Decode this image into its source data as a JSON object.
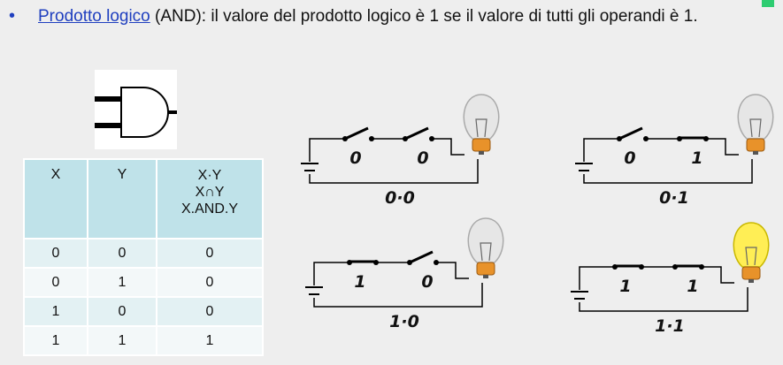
{
  "intro": {
    "bullet": "•",
    "keyword": "Prodotto logico",
    "text": " (AND): il valore del prodotto logico è 1 se il valore di tutti gli operandi è 1."
  },
  "table": {
    "headers": [
      "X",
      "Y",
      [
        "X·Y",
        "X∩Y",
        "X.AND.Y"
      ]
    ],
    "rows": [
      [
        "0",
        "0",
        "0"
      ],
      [
        "0",
        "1",
        "0"
      ],
      [
        "1",
        "0",
        "0"
      ],
      [
        "1",
        "1",
        "1"
      ]
    ]
  },
  "circuits": [
    {
      "switch_a": "0",
      "switch_b": "0",
      "caption": "0·0",
      "a_closed": false,
      "b_closed": false,
      "lamp_on": false
    },
    {
      "switch_a": "0",
      "switch_b": "1",
      "caption": "0·1",
      "a_closed": false,
      "b_closed": true,
      "lamp_on": false
    },
    {
      "switch_a": "1",
      "switch_b": "0",
      "caption": "1·0",
      "a_closed": true,
      "b_closed": false,
      "lamp_on": false
    },
    {
      "switch_a": "1",
      "switch_b": "1",
      "caption": "1·1",
      "a_closed": true,
      "b_closed": true,
      "lamp_on": true
    }
  ],
  "colors": {
    "accent": "#1f3fbf",
    "lamp_off": "#e6e6e6",
    "lamp_on": "#ffee55",
    "lamp_base": "#e8922a"
  }
}
